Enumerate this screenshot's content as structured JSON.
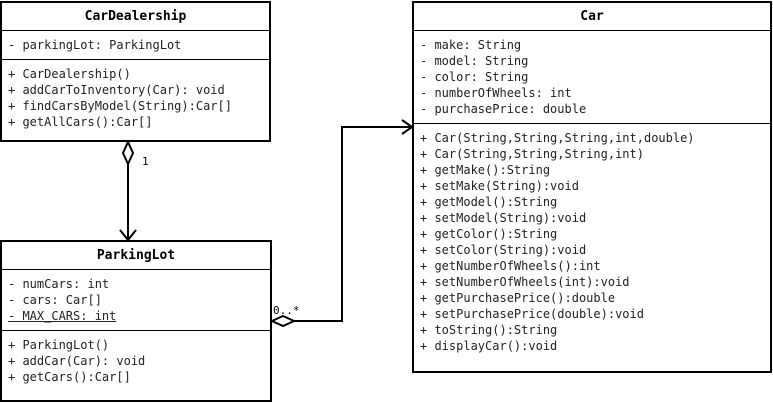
{
  "classes": {
    "car_dealership": {
      "name": "CarDealership",
      "attributes": [
        "- parkingLot: ParkingLot"
      ],
      "methods": [
        "+ CarDealership()",
        "+ addCarToInventory(Car): void",
        "+ findCarsByModel(String):Car[]",
        "+ getAllCars():Car[]"
      ]
    },
    "parking_lot": {
      "name": "ParkingLot",
      "attributes": [
        "- numCars: int",
        "- cars: Car[]",
        "- MAX_CARS: int"
      ],
      "methods": [
        "+ ParkingLot()",
        "+ addCar(Car): void",
        "+ getCars():Car[]"
      ]
    },
    "car": {
      "name": "Car",
      "attributes": [
        "- make: String",
        "- model: String",
        "- color: String",
        "- numberOfWheels: int",
        "- purchasePrice: double"
      ],
      "methods": [
        "+ Car(String,String,String,int,double)",
        "+ Car(String,String,String,int)",
        "+ getMake():String",
        "+ setMake(String):void",
        "+ getModel():String",
        "+ setModel(String):void",
        "+ getColor():String",
        "+ setColor(String):void",
        "+ getNumberOfWheels():int",
        "+ setNumberOfWheels(int):void",
        "+ getPurchasePrice():double",
        "+ setPurchasePrice(double):void",
        "+ toString():String",
        "+ displayCar():void"
      ]
    }
  },
  "relations": {
    "dealership_to_lot": {
      "multiplicity": "1"
    },
    "lot_to_car": {
      "multiplicity": "0..*"
    }
  }
}
